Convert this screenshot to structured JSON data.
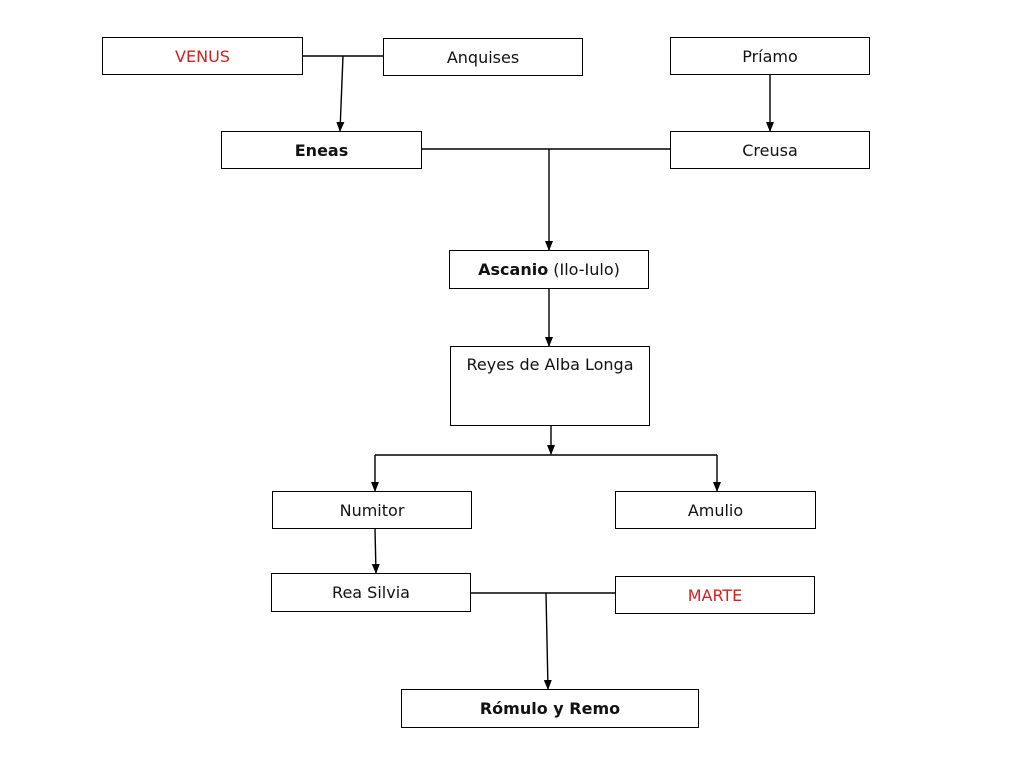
{
  "colors": {
    "line": "#000000",
    "accent": "#d42020",
    "text": "#111111"
  },
  "nodes": {
    "venus": "VENUS",
    "anquises": "Anquises",
    "priamo": "Príamo",
    "eneas": "Eneas",
    "creusa": "Creusa",
    "ascanio": "Ascanio",
    "ascanio_alias": " (Ilo-Iulo)",
    "reyes": "Reyes de Alba Longa",
    "numitor": "Numitor",
    "amulio": "Amulio",
    "rea_silvia": "Rea Silvia",
    "marte": "MARTE",
    "romulo_remo": "Rómulo y Remo"
  }
}
